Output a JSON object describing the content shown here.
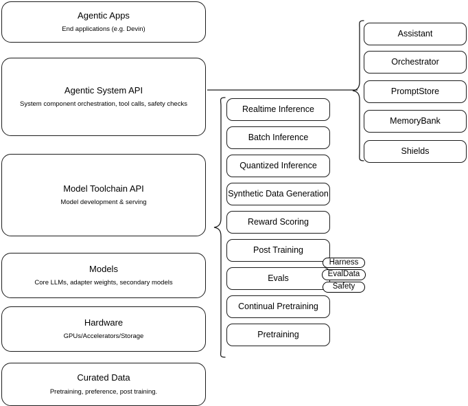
{
  "diagram": {
    "title": "Agentic AI stack layers",
    "stroke_color": "#1a1a1a",
    "background_color": "#ffffff",
    "left_stack": [
      {
        "title": "Agentic Apps",
        "subtitle": "End applications (e.g. Devin)"
      },
      {
        "title": "Agentic System API",
        "subtitle": "System component orchestration, tool calls, safety checks"
      },
      {
        "title": "Model Toolchain API",
        "subtitle": "Model development & serving"
      },
      {
        "title": "Models",
        "subtitle": "Core LLMs, adapter weights, secondary models"
      },
      {
        "title": "Hardware",
        "subtitle": "GPUs/Accelerators/Storage"
      },
      {
        "title": "Curated Data",
        "subtitle": "Pretraining, preference, post training."
      }
    ],
    "middle_column": [
      {
        "label": "Realtime Inference"
      },
      {
        "label": "Batch Inference"
      },
      {
        "label": "Quantized Inference"
      },
      {
        "label": "Synthetic Data Generation"
      },
      {
        "label": "Reward Scoring"
      },
      {
        "label": "Post Training"
      },
      {
        "label": "Evals"
      },
      {
        "label": "Continual Pretraining"
      },
      {
        "label": "Pretraining"
      }
    ],
    "evals_subcomponents": [
      {
        "label": "Harness"
      },
      {
        "label": "EvalData"
      },
      {
        "label": "Safety"
      }
    ],
    "right_column": [
      {
        "label": "Assistant"
      },
      {
        "label": "Orchestrator"
      },
      {
        "label": "PromptStore"
      },
      {
        "label": "MemoryBank"
      },
      {
        "label": "Shields"
      }
    ]
  }
}
